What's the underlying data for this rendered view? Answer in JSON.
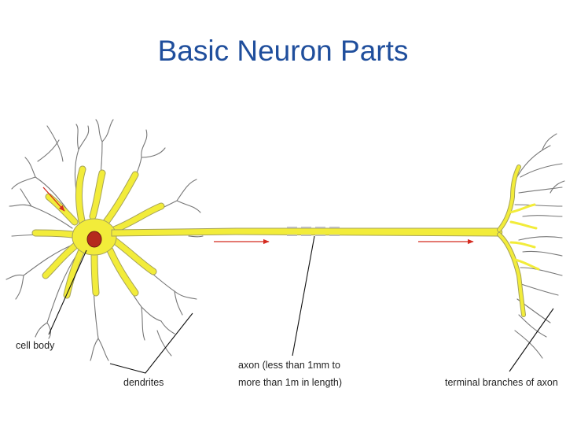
{
  "slide": {
    "title": "Basic Neuron Parts"
  },
  "labels": {
    "cell_body": "cell body",
    "dendrites": "dendrites",
    "axon_line1": "axon (less than 1mm to",
    "axon_line2": "more than 1m in length)",
    "terminal": "terminal branches of axon"
  },
  "colors": {
    "title": "#1f4e9c",
    "cytoplasm": "#f2ec3a",
    "nucleus": "#b52a1d",
    "signal_arrow": "#d42a1f",
    "dendrite_outline": "#777777"
  }
}
